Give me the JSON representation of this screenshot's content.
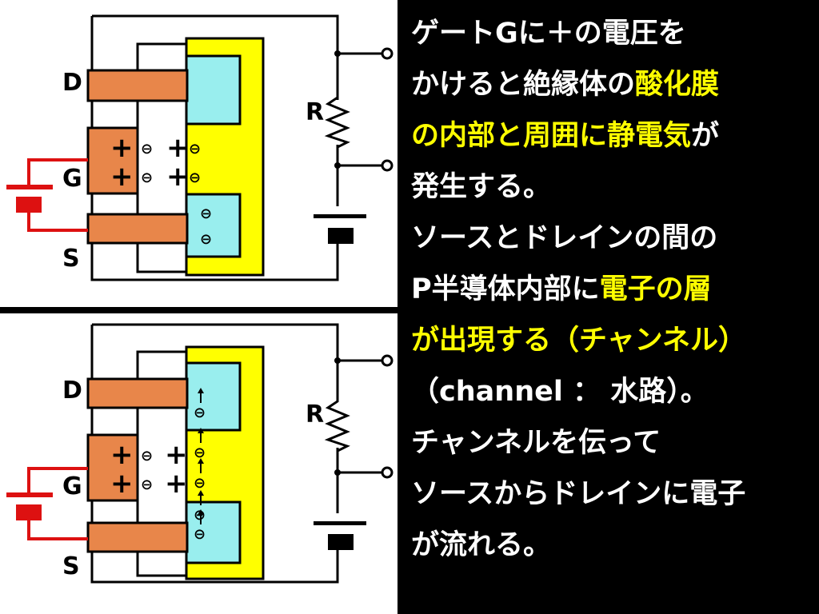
{
  "diagram": {
    "labels": {
      "drain": "D",
      "gate": "G",
      "source": "S",
      "resistor": "R"
    },
    "symbols": {
      "plus": "+",
      "electron": "⊖"
    }
  },
  "explanation": {
    "lines": [
      [
        {
          "text": "ゲートGに＋の電圧を",
          "hl": false
        }
      ],
      [
        {
          "text": "かけると絶縁体の",
          "hl": false
        },
        {
          "text": "酸化膜",
          "hl": true
        }
      ],
      [
        {
          "text": "の内部と周囲に静電気",
          "hl": true
        },
        {
          "text": "が",
          "hl": false
        }
      ],
      [
        {
          "text": "発生する。",
          "hl": false
        }
      ],
      [
        {
          "text": "ソースとドレインの間の",
          "hl": false
        }
      ],
      [
        {
          "text": "P半導体内部に",
          "hl": false
        },
        {
          "text": "電子の層",
          "hl": true
        }
      ],
      [
        {
          "text": "が出現する（チャンネル）",
          "hl": true
        }
      ],
      [
        {
          "text": "（channel ： 水路）。",
          "hl": false
        }
      ],
      [
        {
          "text": "チャンネルを伝って",
          "hl": false
        }
      ],
      [
        {
          "text": "ソースからドレインに電子",
          "hl": false
        }
      ],
      [
        {
          "text": "が流れる。",
          "hl": false
        }
      ]
    ]
  },
  "colors": {
    "background": "#000000",
    "text": "#ffffff",
    "highlight": "#ffff00",
    "electrode": "#e8864a",
    "semiconductor_p": "#ffff00",
    "semiconductor_n": "#99eeee",
    "wire_red": "#dd1111"
  }
}
